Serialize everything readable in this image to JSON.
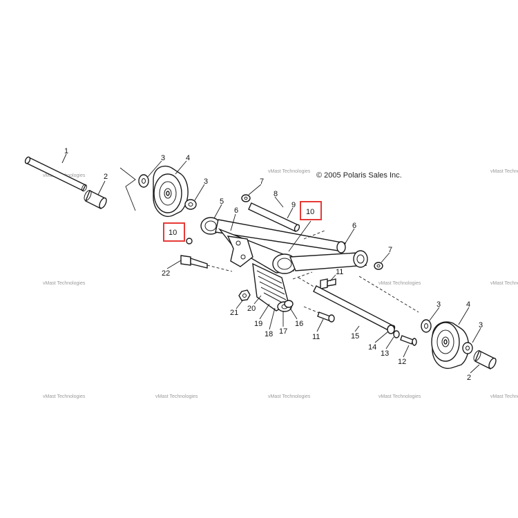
{
  "copyright": "© 2005 Polaris Sales Inc.",
  "watermark": "vMast Technologies",
  "highlight_color": "#e53935",
  "callouts": {
    "c1": "1",
    "c2a": "2",
    "c2b": "2",
    "c3a": "3",
    "c3b": "3",
    "c3c": "3",
    "c3d": "3",
    "c4a": "4",
    "c4b": "4",
    "c5": "5",
    "c6a": "6",
    "c6b": "6",
    "c7a": "7",
    "c7b": "7",
    "c8": "8",
    "c9": "9",
    "c10a": "10",
    "c10b": "10",
    "c11a": "11",
    "c11b": "11",
    "c12": "12",
    "c13": "13",
    "c14": "14",
    "c15": "15",
    "c16": "16",
    "c17": "17",
    "c18": "18",
    "c19": "19",
    "c20": "20",
    "c21": "21",
    "c22": "22"
  }
}
